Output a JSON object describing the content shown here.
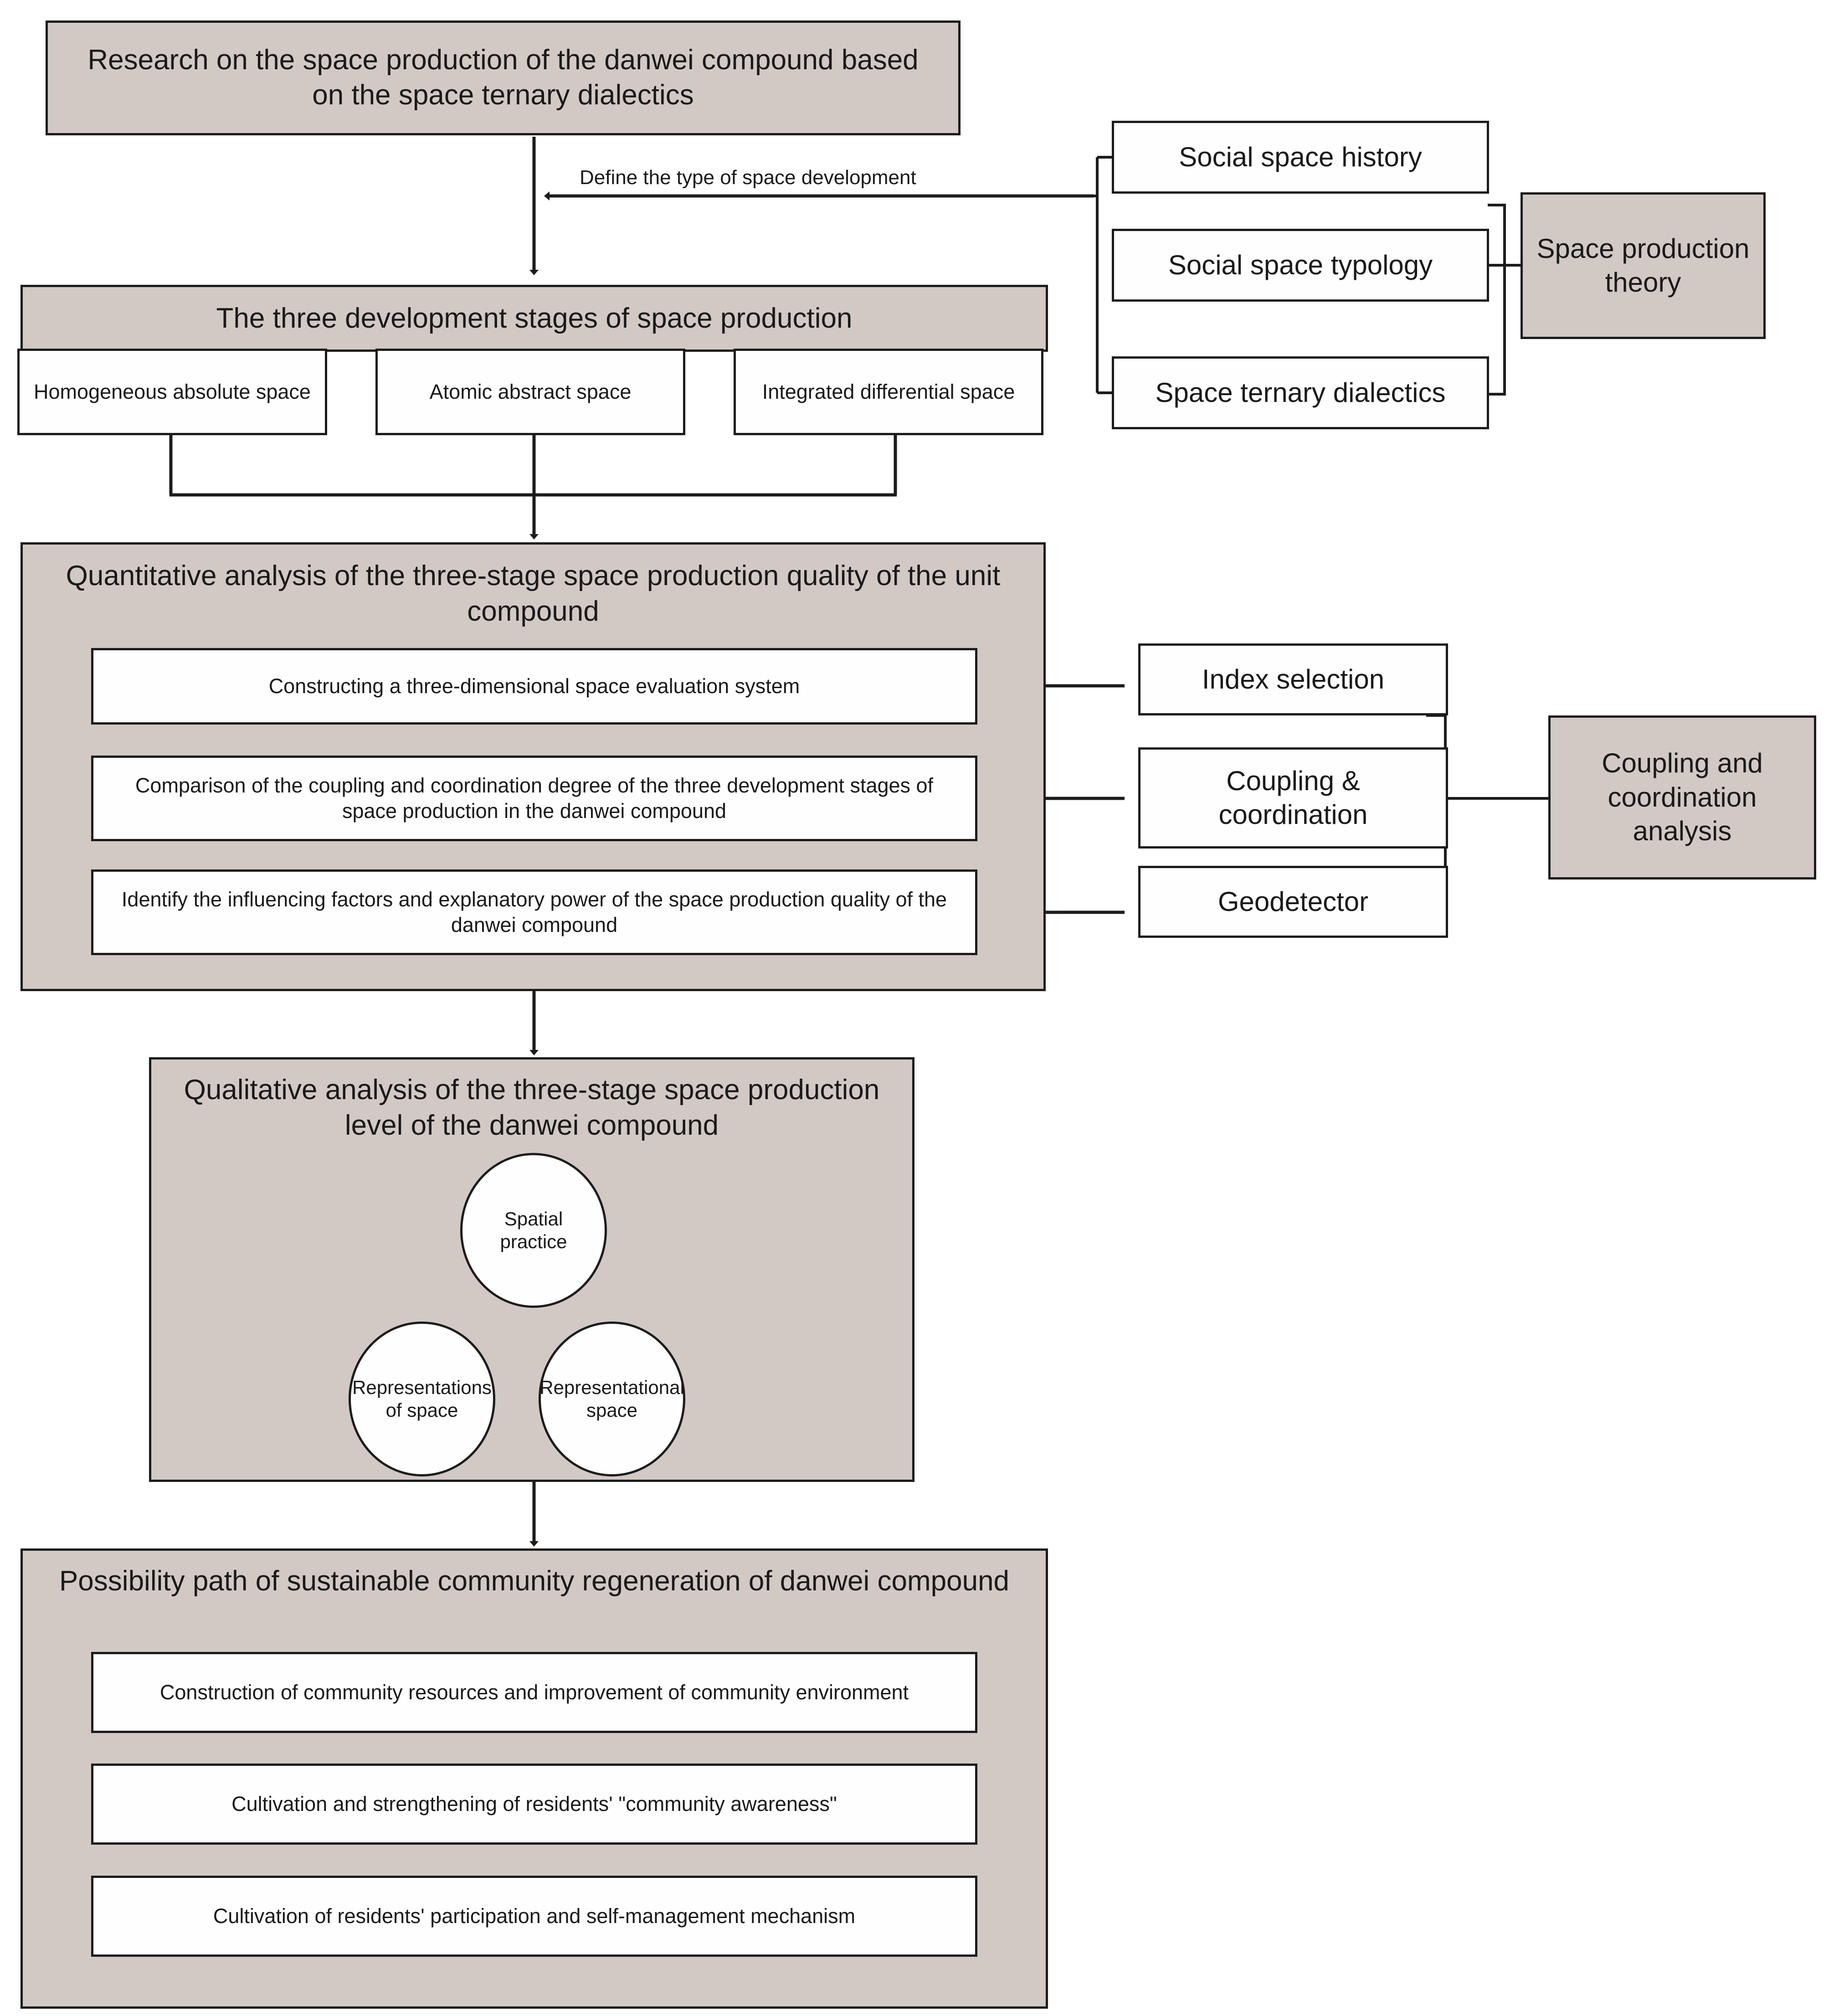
{
  "colors": {
    "grey_fill": "#d2c9c5",
    "white_fill": "#fefefe",
    "stroke": "#1c1c1c",
    "arrow_fill": "#6b6159"
  },
  "top": {
    "title": "Research on the space production of the danwei compound based on the space ternary dialectics"
  },
  "edge_labels": {
    "define_type": "Define the type of space development"
  },
  "theory_branch": {
    "items": [
      {
        "label": "Social space history"
      },
      {
        "label": "Social space typology"
      },
      {
        "label": "Space ternary dialectics"
      }
    ],
    "anchor": "Space production theory"
  },
  "stages": {
    "title": "The three development stages of space production",
    "items": [
      {
        "label": "Homogeneous absolute space"
      },
      {
        "label": "Atomic abstract space"
      },
      {
        "label": "Integrated differential space"
      }
    ]
  },
  "quantitative": {
    "title": "Quantitative analysis of the three-stage space production quality of the unit compound",
    "items": [
      {
        "label": "Constructing a three-dimensional space evaluation system"
      },
      {
        "label": "Comparison of the coupling and coordination degree of the three development stages of space production in the danwei compound"
      },
      {
        "label": "Identify the influencing factors and explanatory power of the space production quality of the danwei compound"
      }
    ]
  },
  "methods_branch": {
    "items": [
      {
        "label": "Index selection"
      },
      {
        "label": "Coupling & coordination"
      },
      {
        "label": "Geodetector"
      }
    ],
    "anchor": "Coupling and coordination analysis"
  },
  "qualitative": {
    "title": "Qualitative analysis of the three-stage space production level of the danwei compound",
    "circles": [
      {
        "label": "Spatial practice"
      },
      {
        "label": "Representations of space"
      },
      {
        "label": "Representational space"
      }
    ]
  },
  "possibility": {
    "title": "Possibility path of sustainable community regeneration of danwei compound",
    "items": [
      {
        "label": "Construction of community resources and improvement of community environment"
      },
      {
        "label": "Cultivation and strengthening of residents' \"community awareness\""
      },
      {
        "label": "Cultivation of residents' participation and self-management mechanism"
      }
    ]
  }
}
